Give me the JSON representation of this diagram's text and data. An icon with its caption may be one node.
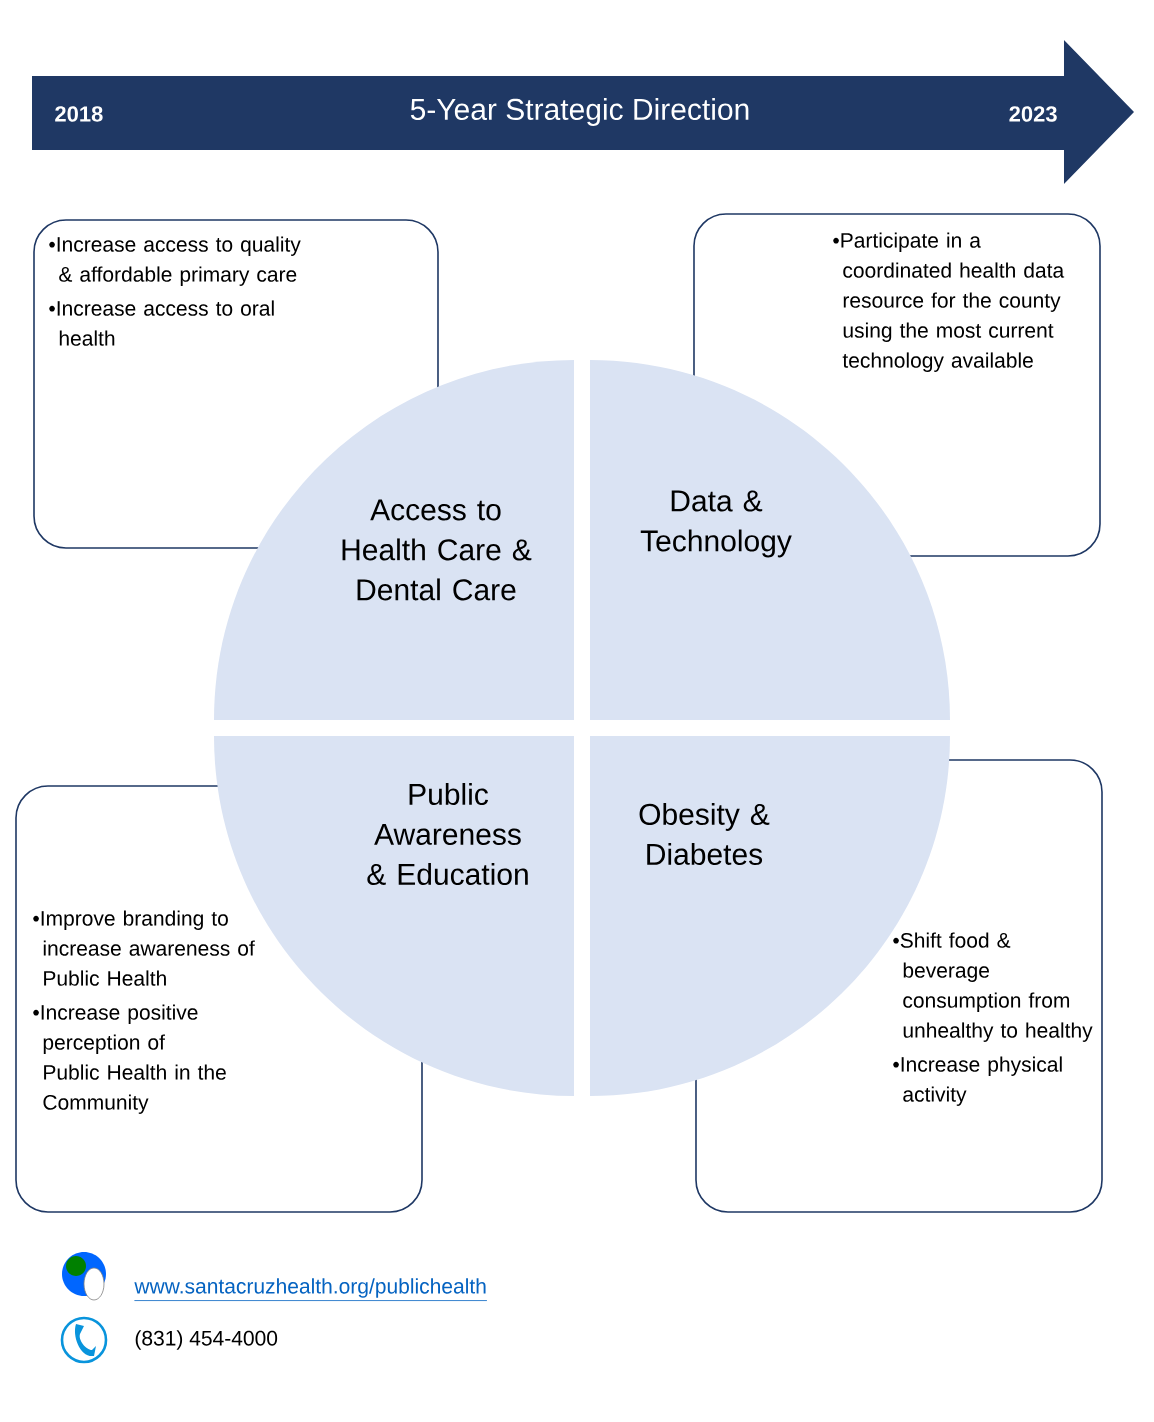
{
  "diagram": {
    "nodes": [
      {
        "text": [
          "2018",
          "5-Year Strategic Direction",
          "2023"
        ]
      },
      {
        "text": [
          "•Increase access to quality & affordable primary care",
          "•Increase access to oral health"
        ]
      },
      {
        "text": [
          "•Participate in a coordinated health data resource for the county using the most current technology available"
        ]
      },
      {
        "text": [
          "•Improve branding to increase awareness of Public Health",
          "•Increase positive perception of Public Health in the Community"
        ]
      },
      {
        "text": [
          "•Shift food & beverage consumption from unhealthy to healthy",
          "•Increase physical activity"
        ]
      },
      {
        "text": [
          "Access to Health Care & Dental Care"
        ]
      },
      {
        "text": [
          "Data & Technology"
        ]
      },
      {
        "text": [
          "Public Awareness & Education"
        ]
      },
      {
        "text": [
          "Obesity & Diabetes"
        ]
      }
    ],
    "labels": [
      "www.santacruzhealth.org/publichealth",
      "(831) 454-4000"
    ]
  }
}
